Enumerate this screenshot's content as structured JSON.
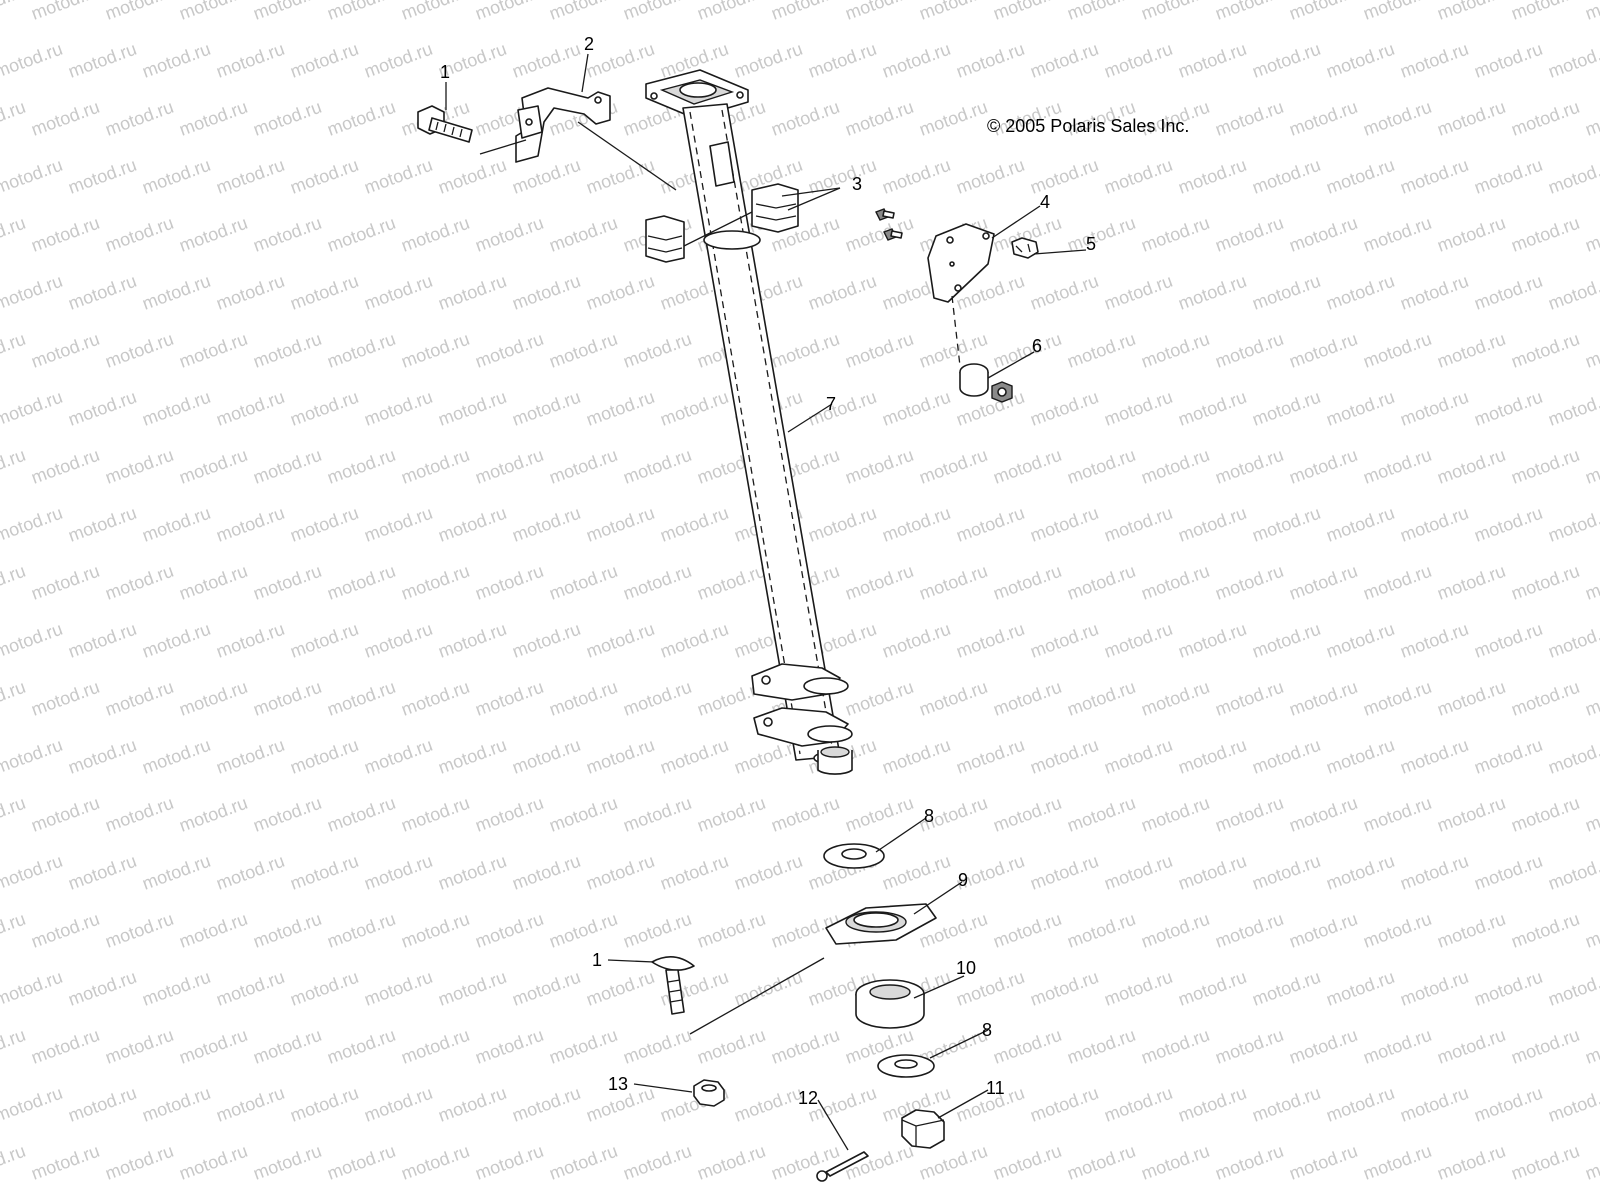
{
  "copyright": "© 2005 Polaris Sales Inc.",
  "watermark": "motod.ru",
  "callouts": {
    "c1a": "1",
    "c2": "2",
    "c3": "3",
    "c4": "4",
    "c5": "5",
    "c6": "6",
    "c7": "7",
    "c8a": "8",
    "c9": "9",
    "c1b": "1",
    "c10": "10",
    "c8b": "8",
    "c13": "13",
    "c12": "12",
    "c11": "11"
  }
}
